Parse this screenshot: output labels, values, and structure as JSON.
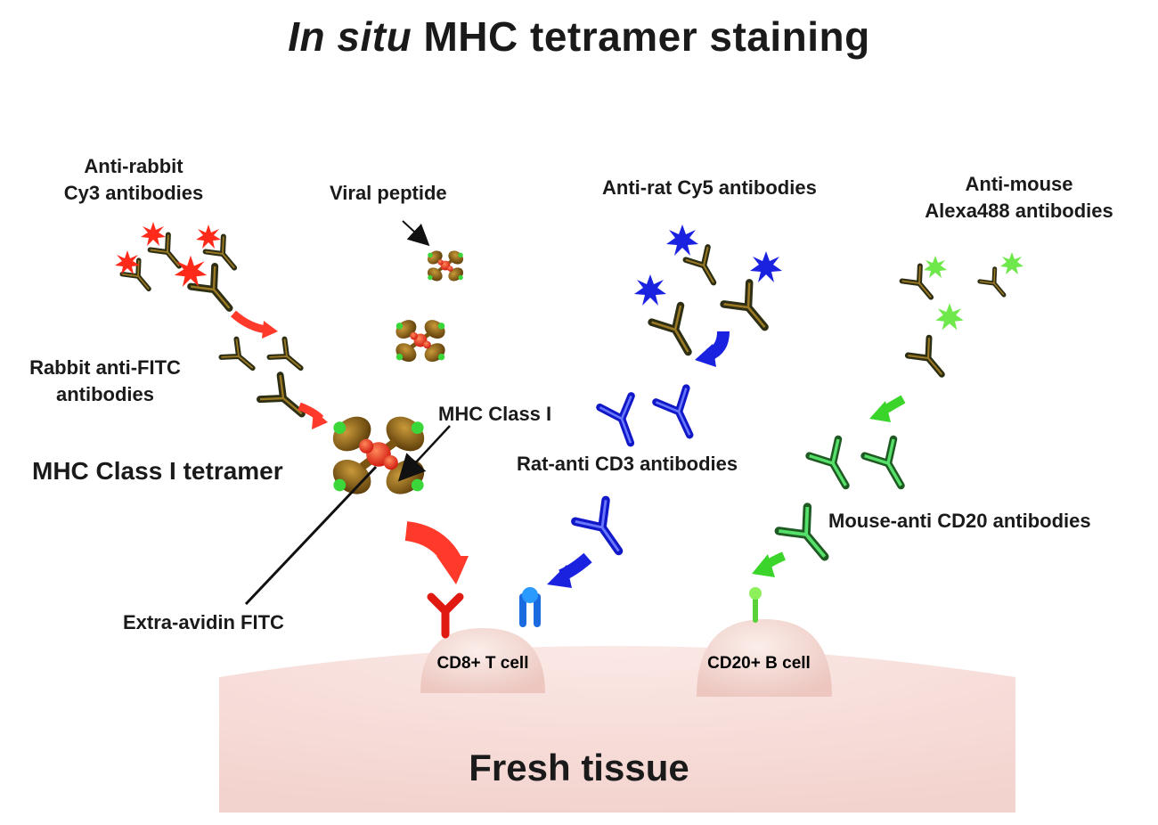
{
  "title": {
    "italic_part": "In situ",
    "rest": "MHC tetramer staining"
  },
  "labels": {
    "anti_rabbit_line1": "Anti-rabbit",
    "anti_rabbit_line2": "Cy3 antibodies",
    "viral_peptide": "Viral peptide",
    "anti_rat": "Anti-rat Cy5 antibodies",
    "anti_mouse_line1": "Anti-mouse",
    "anti_mouse_line2": "Alexa488 antibodies",
    "rabbit_anti_fitc_line1": "Rabbit anti-FITC",
    "rabbit_anti_fitc_line2": "antibodies",
    "mhc_class_i": "MHC Class I",
    "mhc_tetramer": "MHC Class I tetramer",
    "rat_anti_cd3": "Rat-anti CD3 antibodies",
    "mouse_anti_cd20": "Mouse-anti CD20 antibodies",
    "extra_avidin": "Extra-avidin FITC",
    "cd8_cell": "CD8+ T cell",
    "cd20_cell": "CD20+ B cell",
    "tissue": "Fresh tissue"
  },
  "colors": {
    "cy3_red": "#ff2a1a",
    "cy5_blue": "#1a22e0",
    "alexa_green": "#39d42a",
    "antibody_dark": "#3a3a1a",
    "antibody_olive": "#8a6a1a",
    "tetramer_brown": "#7a5410",
    "tissue_pink": "#f6dcd8",
    "cell_pink": "#f3d6d0"
  },
  "icons": [
    "y-antibody-icon",
    "starburst-fluorophore-icon",
    "tetramer-icon",
    "curved-arrow-icon",
    "receptor-icon"
  ]
}
